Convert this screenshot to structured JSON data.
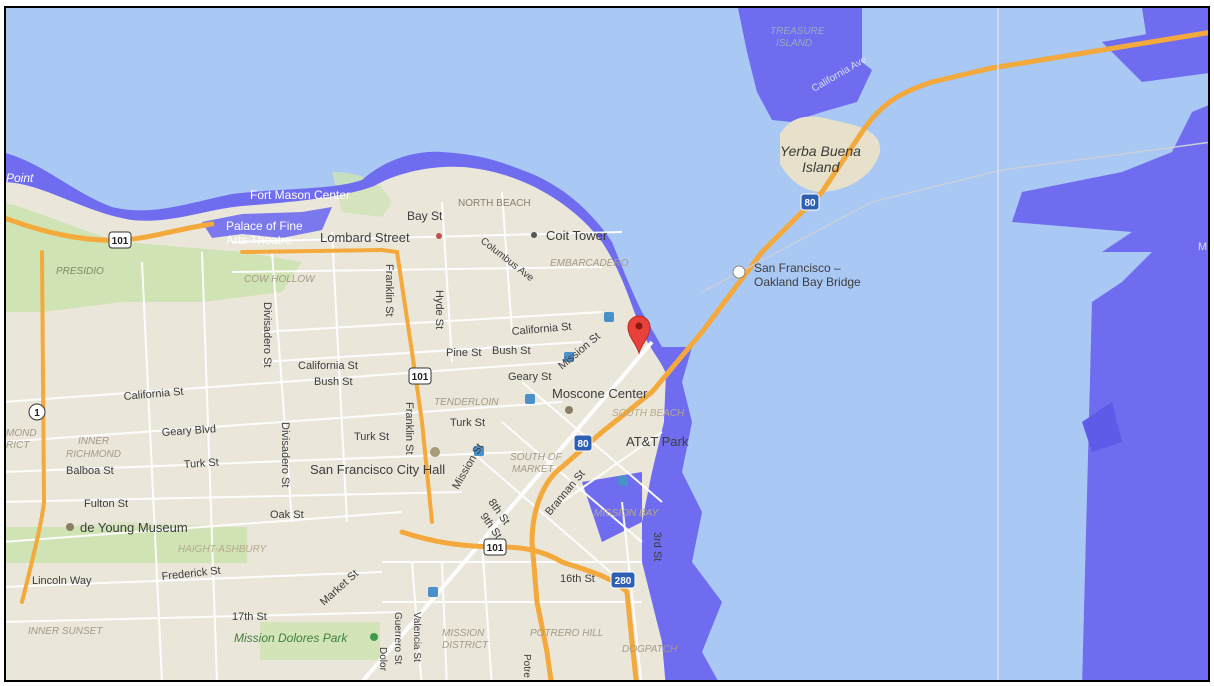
{
  "colors": {
    "water": "#a9c8f4",
    "flood": "#6f6cf0",
    "land": "#eae6da",
    "park": "#cfe3b4",
    "highway": "#f3a93b",
    "road": "#ffffff",
    "marker": "#e8413a"
  },
  "map": {
    "labels": {
      "point": "Point",
      "fort_mason": "Fort Mason Center",
      "palace_1": "Palace of Fine",
      "palace_2": "Arts Theatre",
      "bay_st": "Bay St",
      "north_beach": "NORTH BEACH",
      "lombard": "Lombard Street",
      "coit": "Coit Tower",
      "columbus": "Columbus Ave",
      "embarcadero": "EMBARCADERO",
      "presidio": "PRESIDIO",
      "cow_hollow": "COW HOLLOW",
      "franklin_1": "Franklin St",
      "hyde": "Hyde St",
      "california_1": "California St",
      "pine": "Pine St",
      "bush_1": "Bush St",
      "mission_1": "Mission St",
      "divisadero_1": "Divisadero St",
      "california_2": "California St",
      "bush_2": "Bush St",
      "geary_1": "Geary St",
      "california_3": "California St",
      "tenderloin": "TENDERLOIN",
      "moscone": "Moscone Center",
      "south_beach": "SOUTH BEACH",
      "franklin_2": "Franklin St",
      "turk_1": "Turk St",
      "geary_blvd": "Geary Blvd",
      "turk_2": "Turk St",
      "divisadero_2": "Divisadero St",
      "att_park": "AT&T Park",
      "inner_richmond_1": "INNER",
      "inner_richmond_2": "RICHMOND",
      "mond_1": "MOND",
      "mond_2": "RICT",
      "balboa": "Balboa St",
      "turk_3": "Turk St",
      "city_hall": "San Francisco City Hall",
      "mission_2": "Mission St",
      "south_of_market_1": "SOUTH OF",
      "south_of_market_2": "MARKET",
      "eighth": "8th St",
      "ninth": "9th St",
      "brannan": "Brannan St",
      "fulton": "Fulton St",
      "oak": "Oak St",
      "de_young": "de Young Museum",
      "haight": "HAIGHT-ASHBURY",
      "mission_bay": "MISSION BAY",
      "third": "3rd St",
      "lincoln": "Lincoln Way",
      "frederick": "Frederick St",
      "market": "Market St",
      "sixteenth": "16th St",
      "seventeenth": "17th St",
      "inner_sunset": "INNER SUNSET",
      "dolores_park": "Mission Dolores Park",
      "guerrero": "Guerrero St",
      "valencia": "Valencia St",
      "dolores": "Dolor",
      "mission_district_1": "MISSION",
      "mission_district_2": "DISTRICT",
      "potrero_hill": "POTRERO HILL",
      "potrero": "Potre",
      "dogpatch": "DOGPATCH",
      "treasure_1": "TREASURE",
      "treasure_2": "ISLAND",
      "california_ave": "California Ave",
      "yerba_1": "Yerba Buena",
      "yerba_2": "Island",
      "bay_bridge_1": "San Francisco –",
      "bay_bridge_2": "Oakland Bay Bridge",
      "right_edge": "M"
    },
    "shields": {
      "us101_a": "101",
      "us101_b": "101",
      "us101_c": "101",
      "i80_a": "80",
      "i80_b": "80",
      "i280": "280",
      "ca1": "1"
    }
  }
}
